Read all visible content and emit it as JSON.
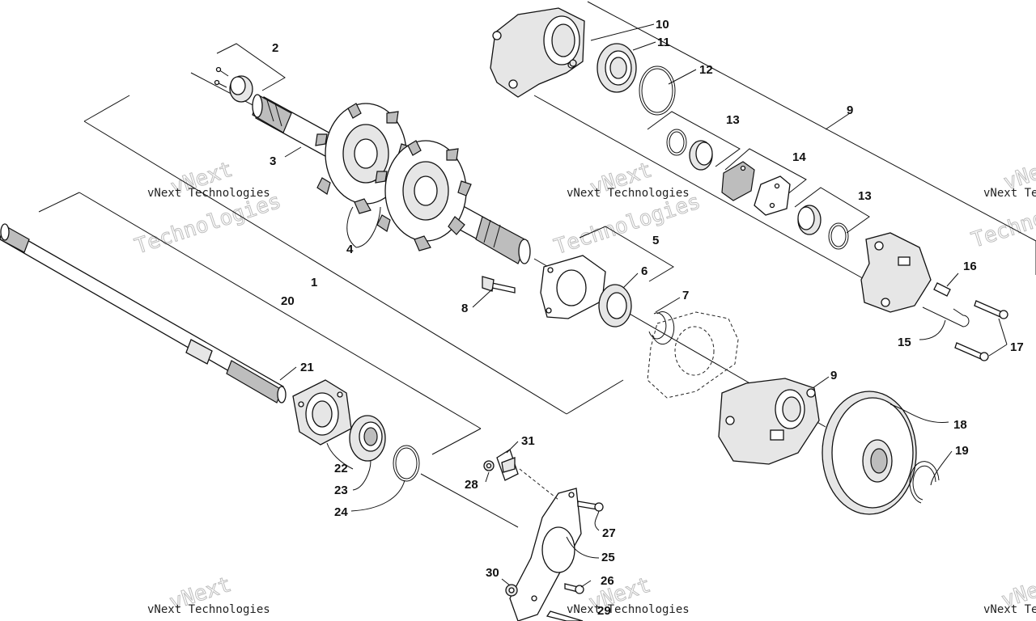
{
  "callouts": {
    "c1": "1",
    "c2": "2",
    "c3": "3",
    "c4": "4",
    "c5": "5",
    "c6": "6",
    "c7": "7",
    "c8": "8",
    "c9a": "9",
    "c9b": "9",
    "c10": "10",
    "c11": "11",
    "c12": "12",
    "c13a": "13",
    "c13b": "13",
    "c14": "14",
    "c15": "15",
    "c16": "16",
    "c17": "17",
    "c18": "18",
    "c19": "19",
    "c20": "20",
    "c21": "21",
    "c22": "22",
    "c23": "23",
    "c24": "24",
    "c25": "25",
    "c26": "26",
    "c27": "27",
    "c28": "28",
    "c29": "29",
    "c30": "30",
    "c31": "31"
  },
  "watermark": {
    "brand_top": "vNext",
    "brand_line": "vNext Technologies",
    "brand_bottom": "Technologies"
  },
  "colors": {
    "line": "#111111",
    "watermark": "#bdbdbd",
    "background": "#ffffff"
  }
}
